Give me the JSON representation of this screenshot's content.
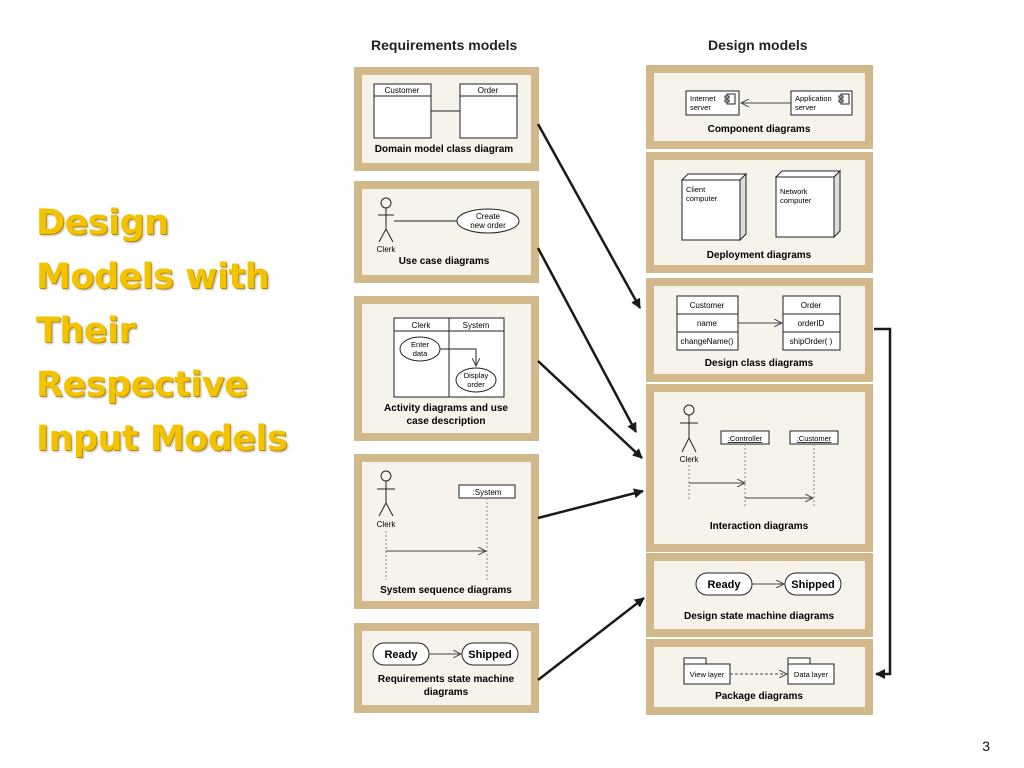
{
  "slide": {
    "title_lines": [
      "Design",
      "Models with",
      "Their",
      "Respective",
      "Input Models"
    ],
    "page_number": "3"
  },
  "columns": {
    "requirements_heading": "Requirements models",
    "design_heading": "Design models"
  },
  "colors": {
    "title": "#f3c300",
    "frame": "#d2b98c",
    "panel": "#f6f3ea",
    "arrow": "#1a1a1a"
  },
  "requirements": {
    "domain": {
      "caption": "Domain model class diagram",
      "class_a": "Customer",
      "class_b": "Order"
    },
    "usecase": {
      "caption": "Use case diagrams",
      "actor": "Clerk",
      "usecase_lines": [
        "Create",
        "new order"
      ]
    },
    "activity": {
      "caption_lines": [
        "Activity diagrams and use",
        "case description"
      ],
      "lane_a": "Clerk",
      "lane_b": "System",
      "node_a_lines": [
        "Enter",
        "data"
      ],
      "node_b_lines": [
        "Display",
        "order"
      ]
    },
    "ssd": {
      "caption": "System sequence diagrams",
      "actor": "Clerk",
      "object": ":System"
    },
    "state": {
      "caption_lines": [
        "Requirements state machine",
        "diagrams"
      ],
      "state_a": "Ready",
      "state_b": "Shipped"
    }
  },
  "design": {
    "component": {
      "caption": "Component diagrams",
      "comp_a_lines": [
        "Internet",
        "server"
      ],
      "comp_b_lines": [
        "Application",
        "server"
      ]
    },
    "deployment": {
      "caption": "Deployment diagrams",
      "node_a_lines": [
        "Client",
        "computer"
      ],
      "node_b_lines": [
        "Network",
        "computer"
      ]
    },
    "design_class": {
      "caption": "Design class diagrams",
      "class_a": {
        "name": "Customer",
        "attribute": "name",
        "method": "changeName()"
      },
      "class_b": {
        "name": "Order",
        "attribute": "orderID",
        "method": "shipOrder( )"
      }
    },
    "interaction": {
      "caption": "Interaction diagrams",
      "actor": "Clerk",
      "object_a": ":Controller",
      "object_b": ":Customer"
    },
    "state": {
      "caption": "Design state machine diagrams",
      "state_a": "Ready",
      "state_b": "Shipped"
    },
    "package": {
      "caption": "Package diagrams",
      "package_a": "View layer",
      "package_b": "Data layer"
    }
  }
}
